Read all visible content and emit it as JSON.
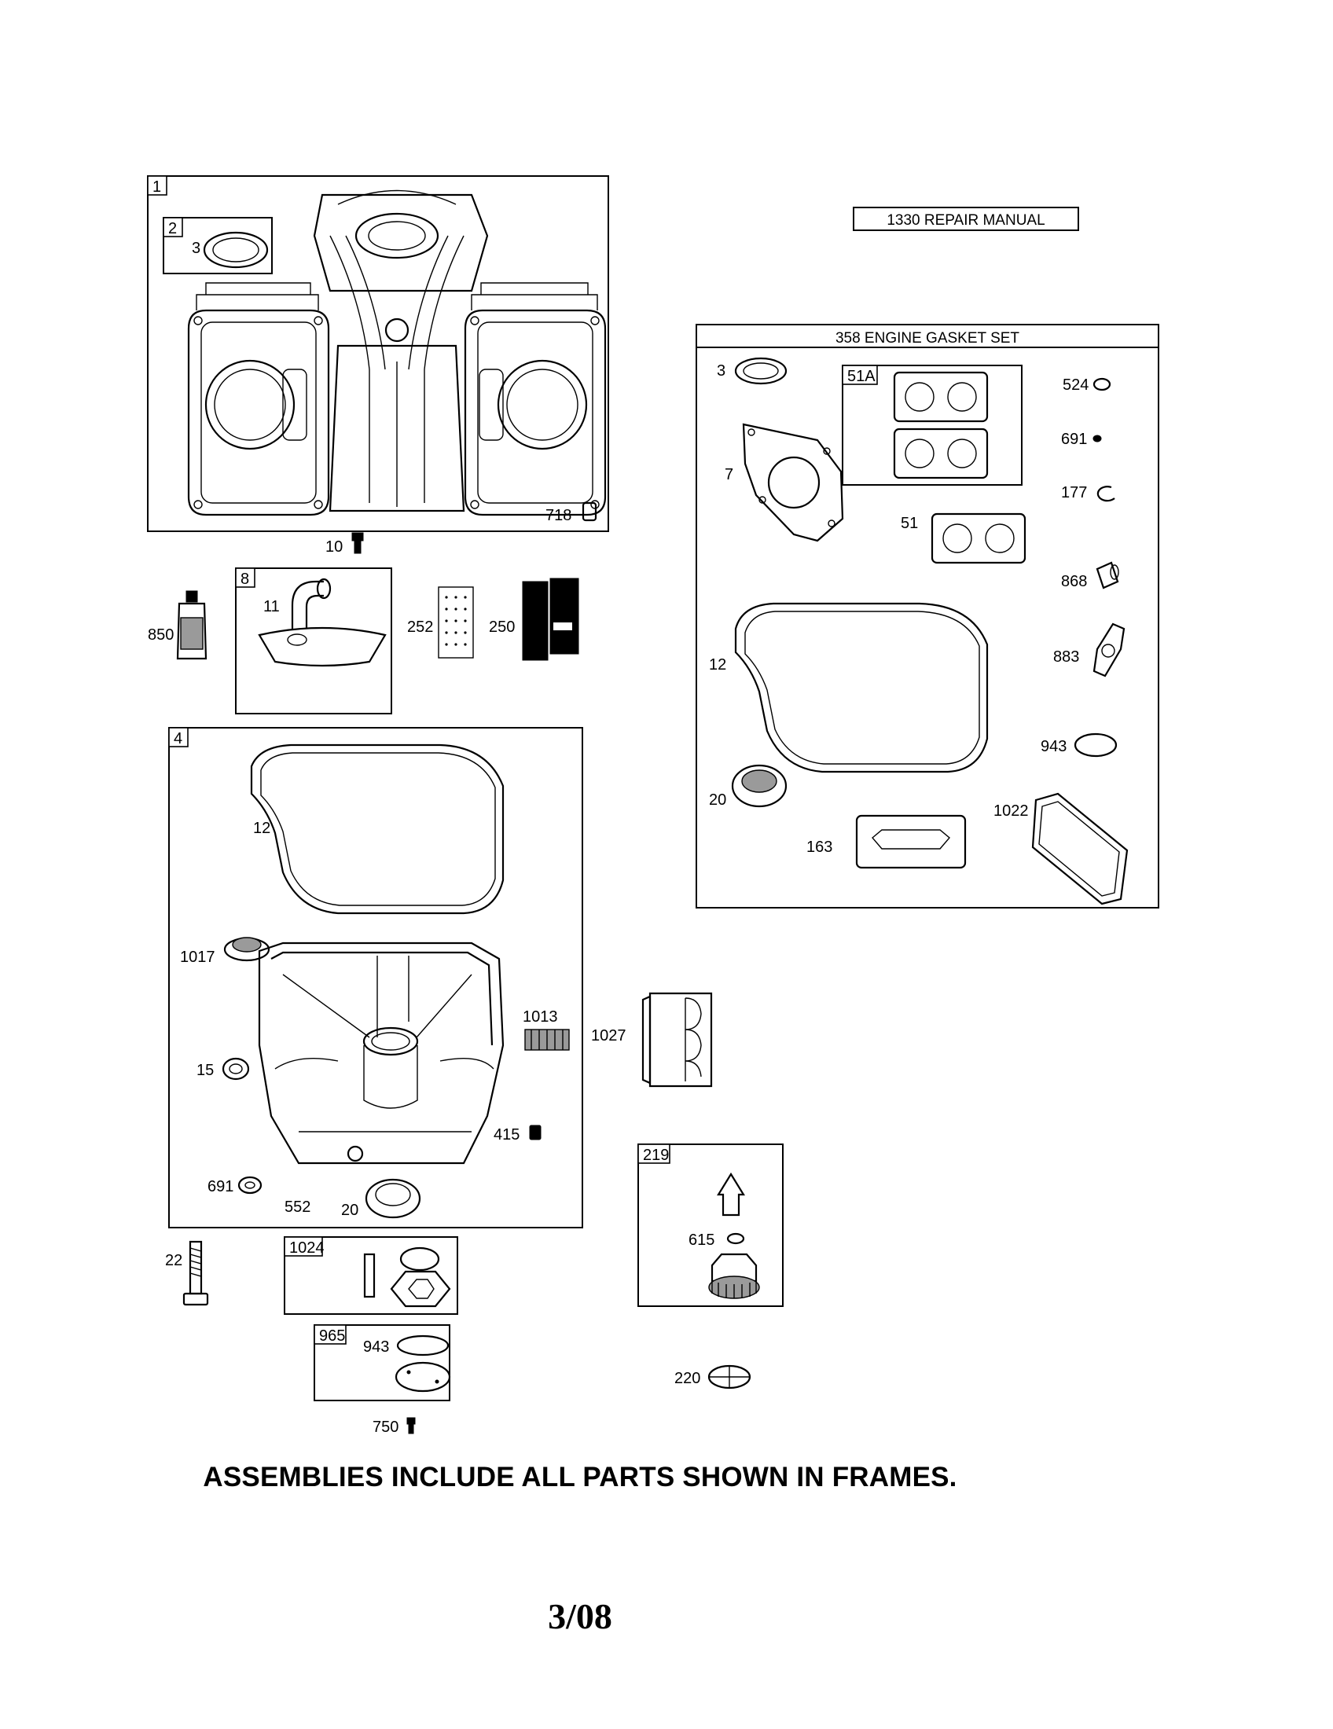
{
  "header_boxes": {
    "repair_manual": "1330 REPAIR MANUAL",
    "gasket_set": "358 ENGINE GASKET SET"
  },
  "frames": {
    "f1": "1",
    "f2": "2",
    "f8": "8",
    "f4": "4",
    "f51a": "51A",
    "f219": "219",
    "f1024": "1024",
    "f965": "965"
  },
  "labels": {
    "l3a": "3",
    "l718": "718",
    "l10": "10",
    "l11": "11",
    "l850": "850",
    "l252": "252",
    "l250": "250",
    "g3": "3",
    "g7": "7",
    "g524": "524",
    "g691": "691",
    "g177": "177",
    "g51": "51",
    "g868": "868",
    "g12": "12",
    "g883": "883",
    "g943": "943",
    "g20": "20",
    "g1022": "1022",
    "g163": "163",
    "c12": "12",
    "c1017": "1017",
    "c1013": "1013",
    "c1027": "1027",
    "c15": "15",
    "c415": "415",
    "c691": "691",
    "c552": "552",
    "c20": "20",
    "l22": "22",
    "l615": "615",
    "l943": "943",
    "l750": "750",
    "l220": "220"
  },
  "footer": {
    "note": "ASSEMBLIES INCLUDE ALL PARTS SHOWN IN FRAMES.",
    "date": "3/08"
  },
  "icons": [
    "cylinder-block-drawing",
    "oil-seal-icon",
    "dowel-pin-icon",
    "screw-icon",
    "sealant-tube-icon",
    "breather-cover-icon",
    "breather-tube-icon",
    "filter-element-icon",
    "head-gasket-icon",
    "valve-cover-gasket-icon",
    "crankcase-gasket-icon",
    "sump-drawing",
    "oil-filter-icon",
    "oil-pump-icon",
    "governor-gear-icon",
    "bolt-icon",
    "plug-icon"
  ]
}
